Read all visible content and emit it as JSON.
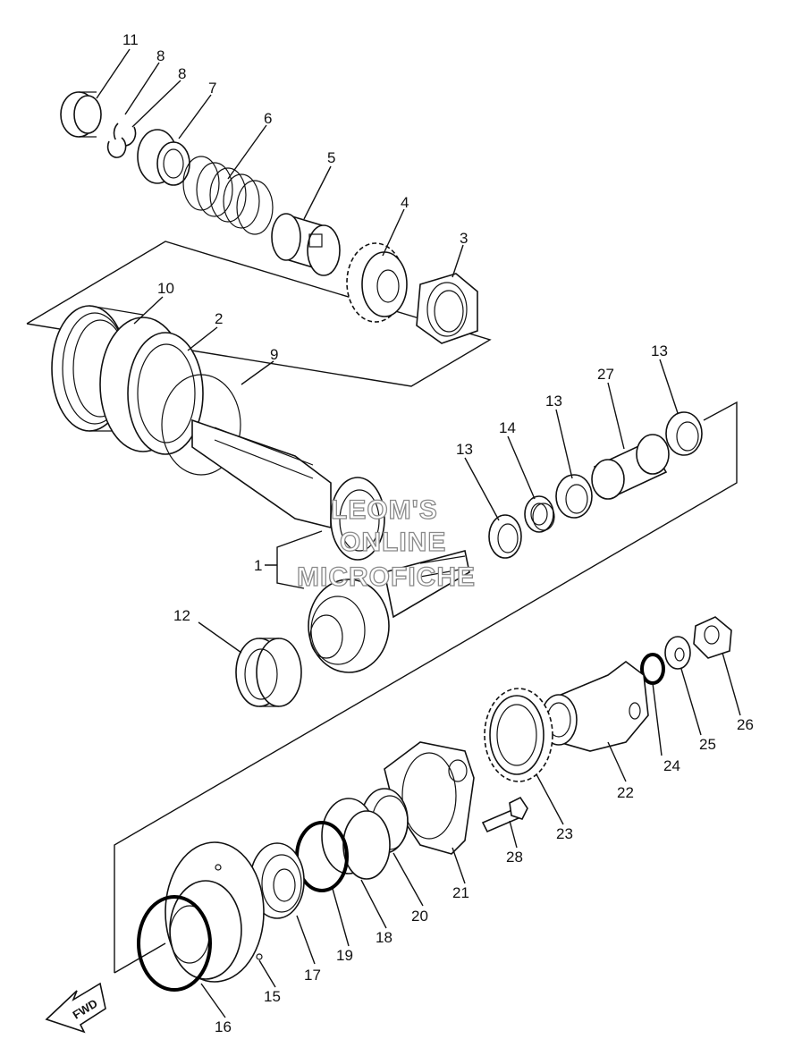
{
  "callouts": [
    "11",
    "8",
    "8",
    "7",
    "6",
    "5",
    "4",
    "3",
    "10",
    "2",
    "9",
    "13",
    "27",
    "13",
    "14",
    "13",
    "1",
    "12",
    "24",
    "25",
    "26",
    "22",
    "23",
    "28",
    "21",
    "20",
    "18",
    "19",
    "17",
    "15",
    "16"
  ],
  "watermark": {
    "line1": "LEOM'S",
    "line2": "ONLINE",
    "line3": "MICROFICHE"
  },
  "fwd_label": "FWD",
  "colors": {
    "ink": "#111111",
    "background": "#ffffff",
    "watermark_outline": "#8a8a8a"
  }
}
